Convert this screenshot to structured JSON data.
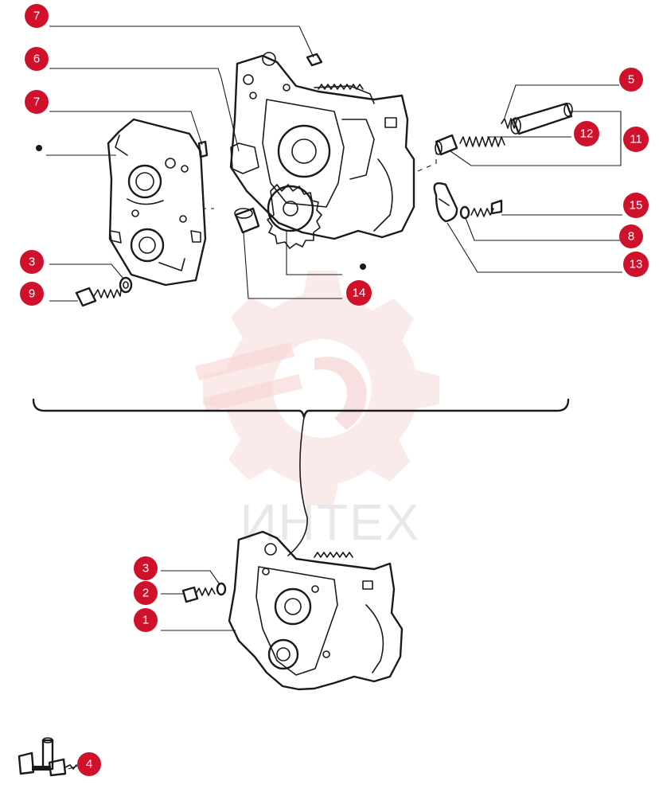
{
  "watermark": {
    "text": "ИНТЕХ",
    "color": "#f3c3c3"
  },
  "callout_color": "#d0112b",
  "callouts": [
    {
      "id": "c7a",
      "label": "7"
    },
    {
      "id": "c6",
      "label": "6"
    },
    {
      "id": "c7b",
      "label": "7"
    },
    {
      "id": "c5",
      "label": "5"
    },
    {
      "id": "c12",
      "label": "12"
    },
    {
      "id": "c11",
      "label": "11"
    },
    {
      "id": "c15",
      "label": "15"
    },
    {
      "id": "c8",
      "label": "8"
    },
    {
      "id": "c13",
      "label": "13"
    },
    {
      "id": "c3a",
      "label": "3"
    },
    {
      "id": "c9",
      "label": "9"
    },
    {
      "id": "c14",
      "label": "14"
    },
    {
      "id": "c3b",
      "label": "3"
    },
    {
      "id": "c2",
      "label": "2"
    },
    {
      "id": "c1",
      "label": "1"
    },
    {
      "id": "c4",
      "label": "4"
    }
  ]
}
